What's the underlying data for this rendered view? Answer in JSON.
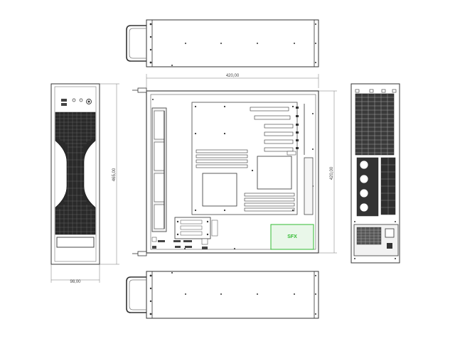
{
  "drawing": {
    "colors": {
      "line": "#333333",
      "thin_line": "#777777",
      "fill_light": "#f2f2f2",
      "vent": "#2a2a2a",
      "psu_outline": "#33bb33",
      "psu_fill": "#e9f7e9"
    },
    "dimensions": {
      "overall_width": "420,00",
      "front_width": "98,00",
      "front_height": "465,00",
      "depth": "420,00"
    },
    "psu_label": "SFX"
  }
}
